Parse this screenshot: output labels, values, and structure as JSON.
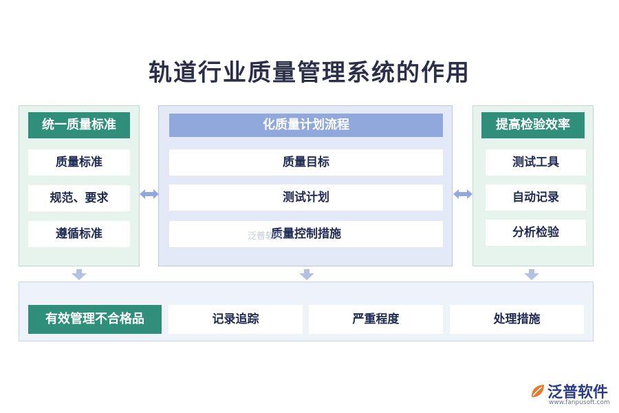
{
  "title": "轨道行业质量管理系统的作用",
  "left": {
    "header": "统一质量标准",
    "items": [
      "质量标准",
      "规范、要求",
      "遵循标准"
    ]
  },
  "center": {
    "header": "化质量计划流程",
    "items": [
      "质量目标",
      "测试计划",
      "质量控制措施"
    ]
  },
  "right": {
    "header": "提高检验效率",
    "items": [
      "测试工具",
      "自动记录",
      "分析检验"
    ]
  },
  "bottom": {
    "header": "有效管理不合格品",
    "items": [
      "记录追踪",
      "严重程度",
      "处理措施"
    ]
  },
  "watermark": "泛普软件",
  "brand": {
    "name": "泛普软件",
    "url": "www.fanpusoft.com"
  },
  "colors": {
    "title": "#2b2f4a",
    "green_header": "#2f8f7a",
    "blue_header": "#90a8db",
    "arrow": "#90a8db"
  }
}
